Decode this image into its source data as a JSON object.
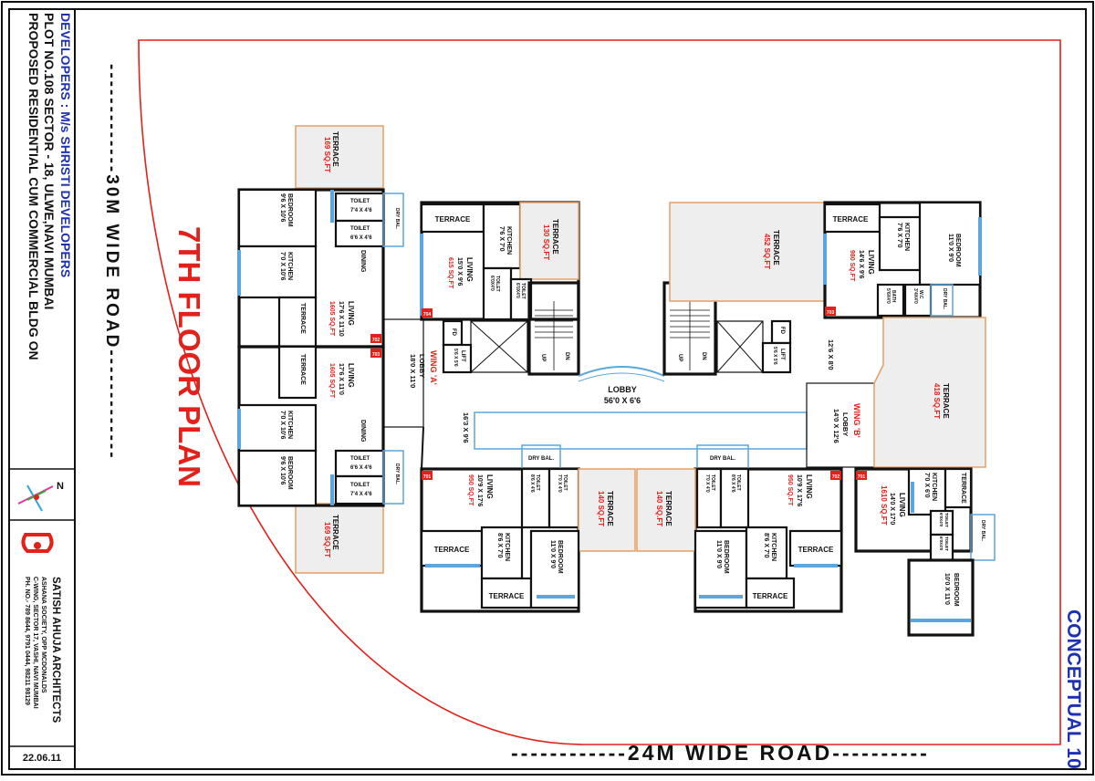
{
  "sheet": {
    "project_lines": [
      "PROPOSED RESIDENTIAL CUM COMMERCIAL  BLDG ON",
      "PLOT NO.108 SECTOR - 18, ULWE,NAVI MUMBAI"
    ],
    "developer": "DEVELOPERS : M/s  SHRISTI DEVELOPERS",
    "north_mark": "N",
    "architect_name": "SATISH AHUJA ARCHITECTS",
    "architect_address": [
      "ASHANA  SOCIETY, OPP MCDONALDS",
      "C-WING, SECTOR 17, VASHI, NAVI MUMBAI",
      "PH. NO.- 789 8644, 9791 0444, 98211 98129"
    ],
    "date": "22.06.11",
    "plan_title": "7TH FLOOR PLAN",
    "road_left": "-------------30M WIDE ROAD-------------",
    "road_bottom": "------------24M WIDE ROAD----------",
    "scheme": "CONCEPTUAL 10"
  },
  "plan": {
    "wing_a": {
      "wing": "WING 'A'",
      "lobby": "LOBBY",
      "lobby_size": "18'0 X 11'0",
      "corridor_size": "16'3 X 9'6",
      "terrace_top": "TERRACE",
      "terrace_top_area": "169 SQ.FT",
      "terrace_bottom": "TERRACE",
      "terrace_bottom_area": "169 SQ.FT",
      "flat_702": {
        "unit_no": "702",
        "living": "LIVING",
        "living_size": "17'6 X 11'10",
        "area": "1605 SQ.FT",
        "kitchen": "KITCHEN",
        "kitchen_size": "7'0 X 10'6",
        "bedroom": "BEDROOM",
        "bedroom_size": "9'6 X 10'6",
        "dining": "DINING",
        "terrace": "TERRACE",
        "toilet1": "TOILET",
        "toilet1_size": "7'4 X 4'6",
        "toilet2": "TOILET",
        "toilet2_size": "6'6 X 4'6",
        "dry_bal": "DRY BAL."
      },
      "flat_703": {
        "unit_no": "703",
        "living": "LIVING",
        "living_size": "17'6 X 11'0",
        "area": "1605 SQ.FT",
        "kitchen": "KITCHEN",
        "kitchen_size": "7'0 X 10'6",
        "bedroom": "BEDROOM",
        "bedroom_size": "9'6 X 10'6",
        "dining": "DINING",
        "terrace": "TERRACE",
        "toilet1": "TOILET",
        "toilet1_size": "6'6 X 4'6",
        "toilet2": "TOILET",
        "toilet2_size": "7'4 X 4'6",
        "dry_bal": "DRY BAL."
      },
      "flat_704": {
        "unit_no": "704",
        "terrace": "TERRACE",
        "kitchen": "KITCHEN",
        "kitchen_size": "7'6 X 7'0",
        "living": "LIVING",
        "living_size": "15'0 X 9'6",
        "area": "615 SQ.FT",
        "big_terrace": "TERRACE",
        "big_terrace_area": "130 SQ.FT",
        "toilet": "TOILET",
        "toilet_size": "6'0X4'0",
        "toilet2": "TOILET",
        "toilet2_size": "6'0X4'0"
      },
      "flat_701": {
        "unit_no": "701",
        "living": "LIVING",
        "living_size": "10'9 X 17'6",
        "area": "950 SQ.FT",
        "terrace": "TERRACE",
        "terrace2": "TERRACE",
        "kitchen": "KITCHEN",
        "kitchen_size": "8'6 X 7'0",
        "bedroom": "BEDROOM",
        "bedroom_size": "11'0 X 9'0",
        "toilet": "TOILET",
        "toilet_size": "8'6 X 4'6",
        "toilet2": "TOILET",
        "toilet2_size": "7'0 X 4'0",
        "dry_bal": "DRY BAL.",
        "big_terrace": "TERRACE",
        "big_terrace_area": "140 SQ.FT"
      },
      "fd": "FD",
      "lift": "LIFT",
      "lift_size": "5'6 X 5'6",
      "up": "UP",
      "dn": "DN"
    },
    "central_lobby": "LOBBY",
    "central_lobby_size": "56'0 X 6'6",
    "wing_b": {
      "wing": "WING 'B'",
      "lobby": "LOBBY",
      "lobby_size": "14'0 X 12'6",
      "corridor_size": "12'6 X 8'0",
      "big_terrace": "TERRACE",
      "big_terrace_area": "452 SQ.FT",
      "right_terrace": "TERRACE",
      "right_terrace_area": "418 SQ.FT",
      "flat_703": {
        "unit_no": "703",
        "terrace": "TERRACE",
        "kitchen": "KITCHEN",
        "kitchen_size": "7'6 X 7'0",
        "bedroom": "BEDROOM",
        "bedroom_size": "11'0 X 9'0",
        "living": "LIVING",
        "living_size": "14'6 X 9'6",
        "area": "980 SQ.FT",
        "bath": "BATH",
        "bath_size": "5'6X4'0",
        "wc": "W.C",
        "wc_size": "3'4X4'0",
        "dry_bal": "DRY BAL."
      },
      "flat_701": {
        "unit_no": "701",
        "living": "LIVING",
        "living_size": "14'0 X 17'0",
        "area": "1610 SQ.FT",
        "kitchen": "KITCHEN",
        "kitchen_size": "7'0 X 6'0",
        "terrace": "TERRACE",
        "toilet": "TOILET",
        "toilet_size": "6'0X4'0",
        "toilet2": "TOILET",
        "toilet2_size": "6'0X4'0",
        "bedroom": "BEDROOM",
        "bedroom_size": "10'0 X 11'0",
        "dry_bal": "DRY BAL."
      },
      "flat_702": {
        "unit_no": "702",
        "living": "LIVING",
        "living_size": "10'9 X 17'6",
        "area": "950 SQ.FT",
        "terrace": "TERRACE",
        "terrace2": "TERRACE",
        "kitchen": "KITCHEN",
        "kitchen_size": "8'6 X 7'0",
        "bedroom": "BEDROOM",
        "bedroom_size": "11'0 X 9'0",
        "toilet": "TOILET",
        "toilet_size": "7'0 X 4'0",
        "toilet2": "TOILET",
        "toilet2_size": "8'6 X 4'6",
        "dry_bal": "DRY BAL.",
        "big_terrace": "TERRACE",
        "big_terrace_area": "140 SQ.FT"
      },
      "fd": "FD",
      "lift": "LIFT",
      "lift_size": "5'6 X 5'6",
      "up": "UP",
      "dn": "DN"
    }
  }
}
